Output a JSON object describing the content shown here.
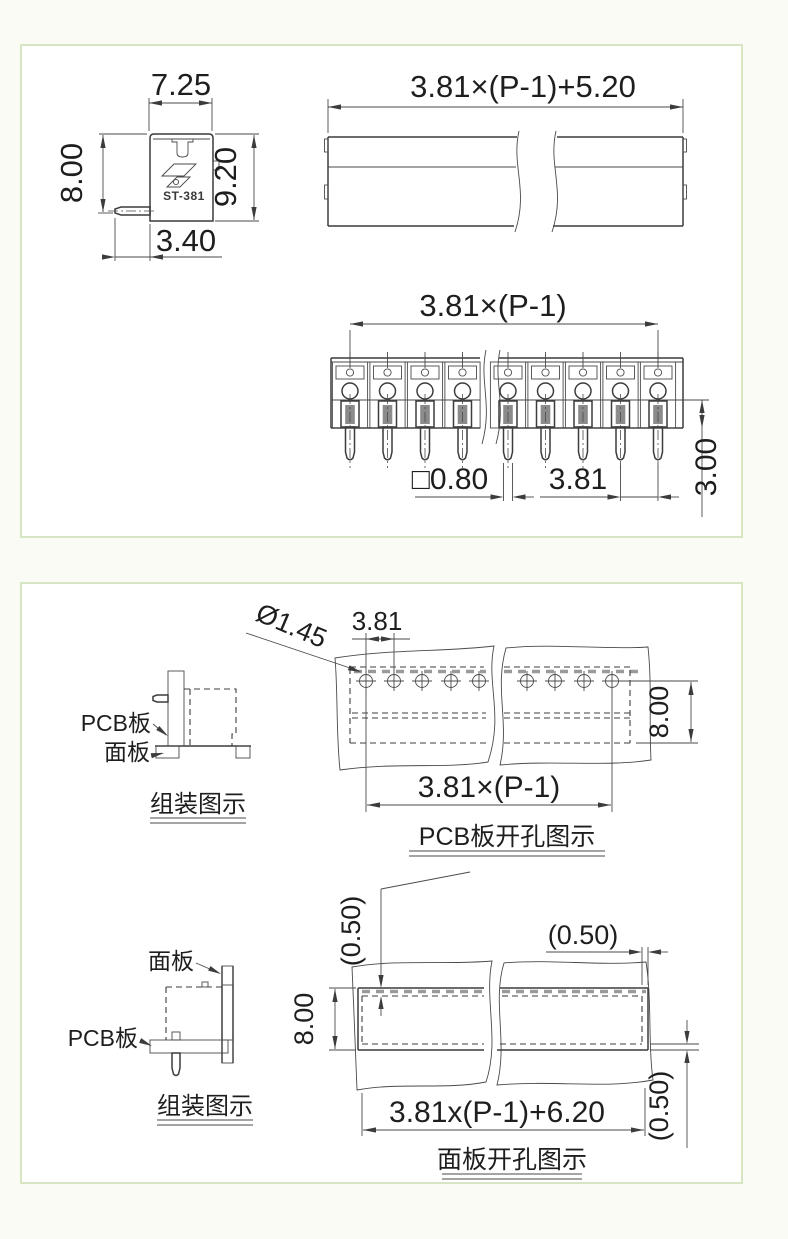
{
  "product": "ST-381",
  "panel1": {
    "side_view": {
      "dim_top_width": "7.25",
      "dim_left_height": "8.00",
      "dim_right_height": "9.20",
      "dim_pin_length": "3.40",
      "brand": "ST-381"
    },
    "front_view": {
      "dim_total_width": "3.81×(P-1)+5.20"
    },
    "pin_view": {
      "dim_pin_span": "3.81×(P-1)",
      "dim_pin_square": "□0.80",
      "dim_pitch": "3.81",
      "dim_pin_height": "3.00"
    }
  },
  "panel2": {
    "pcb_view": {
      "dim_hole_diameter": "Ø1.45",
      "dim_pitch": "3.81",
      "dim_height": "8.00",
      "dim_span": "3.81×(P-1)",
      "caption": "PCB板开孔图示"
    },
    "assembly_top": {
      "label_pcb": "PCB板",
      "label_panel": "面板",
      "caption": "组装图示"
    },
    "assembly_bottom": {
      "label_pcb": "PCB板",
      "label_panel": "面板",
      "caption": "组装图示"
    },
    "panel_view": {
      "gap_top": "(0.50)",
      "gap_right": "(0.50)",
      "gap_bottom": "(0.50)",
      "dim_height": "8.00",
      "dim_span": "3.81x(P-1)+6.20",
      "caption": "面板开孔图示"
    }
  },
  "colors": {
    "panel_border": "#d6e6c3",
    "line": "#3c3c3c",
    "pcb_edge_dash": "#9a9a9a",
    "background": "#fbfbf6"
  }
}
